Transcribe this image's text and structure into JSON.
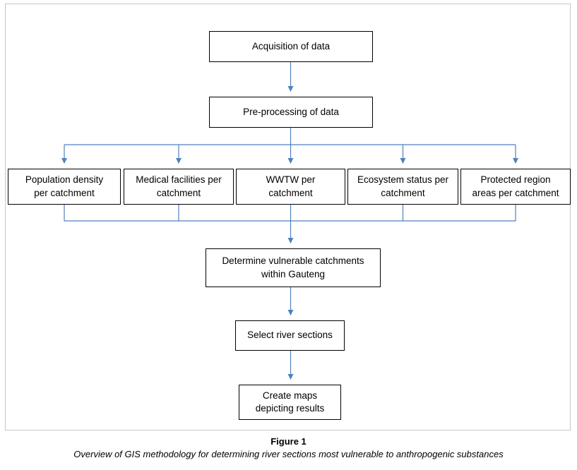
{
  "figure": {
    "caption_label": "Figure 1",
    "caption_text": "Overview of GIS methodology for determining river sections most vulnerable to anthropogenic substances"
  },
  "flowchart": {
    "nodes": {
      "acquisition": "Acquisition of data",
      "preprocessing": "Pre-processing of data",
      "population": "Population density\nper catchment",
      "medical": "Medical facilities per\ncatchment",
      "wwtw": "WWTW per\ncatchment",
      "ecosystem": "Ecosystem status per\ncatchment",
      "protected": "Protected region\nareas per catchment",
      "determine": "Determine vulnerable catchments\nwithin Gauteng",
      "select_rivers": "Select river sections",
      "create_maps": "Create maps\ndepicting results"
    },
    "colors": {
      "arrow": "#4f81bd",
      "box_border": "#000000",
      "frame_border": "#c6c6c6",
      "background": "#ffffff"
    }
  }
}
